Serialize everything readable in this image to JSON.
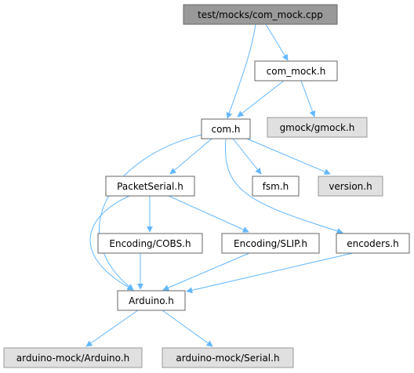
{
  "colors": {
    "edge": "#63b8ff",
    "root_fill": "#999999",
    "root_stroke": "#666666",
    "node_fill": "#ffffff",
    "node_stroke": "#666666",
    "external_fill": "#e0e0e0",
    "external_stroke": "#999999"
  },
  "nodes": {
    "com_mock_cpp": {
      "label": "test/mocks/com_mock.cpp",
      "kind": "root"
    },
    "com_mock_h": {
      "label": "com_mock.h",
      "kind": "file"
    },
    "com_h": {
      "label": "com.h",
      "kind": "file"
    },
    "gmock_h": {
      "label": "gmock/gmock.h",
      "kind": "external"
    },
    "packetserial_h": {
      "label": "PacketSerial.h",
      "kind": "file"
    },
    "fsm_h": {
      "label": "fsm.h",
      "kind": "file"
    },
    "version_h": {
      "label": "version.h",
      "kind": "external"
    },
    "encoding_cobs_h": {
      "label": "Encoding/COBS.h",
      "kind": "file"
    },
    "encoding_slip_h": {
      "label": "Encoding/SLIP.h",
      "kind": "file"
    },
    "encoders_h": {
      "label": "encoders.h",
      "kind": "file"
    },
    "arduino_h": {
      "label": "Arduino.h",
      "kind": "file"
    },
    "arduino_mock_arduino_h": {
      "label": "arduino-mock/Arduino.h",
      "kind": "external"
    },
    "arduino_mock_serial_h": {
      "label": "arduino-mock/Serial.h",
      "kind": "external"
    }
  },
  "edges": [
    {
      "from": "com_mock_cpp",
      "to": "com_mock_h"
    },
    {
      "from": "com_mock_cpp",
      "to": "com_h"
    },
    {
      "from": "com_mock_h",
      "to": "com_h"
    },
    {
      "from": "com_mock_h",
      "to": "gmock_h"
    },
    {
      "from": "com_h",
      "to": "packetserial_h"
    },
    {
      "from": "com_h",
      "to": "fsm_h"
    },
    {
      "from": "com_h",
      "to": "version_h"
    },
    {
      "from": "com_h",
      "to": "encoders_h"
    },
    {
      "from": "com_h",
      "to": "arduino_h"
    },
    {
      "from": "packetserial_h",
      "to": "encoding_cobs_h"
    },
    {
      "from": "packetserial_h",
      "to": "encoding_slip_h"
    },
    {
      "from": "packetserial_h",
      "to": "arduino_h"
    },
    {
      "from": "encoding_cobs_h",
      "to": "arduino_h"
    },
    {
      "from": "encoding_slip_h",
      "to": "arduino_h"
    },
    {
      "from": "encoders_h",
      "to": "arduino_h"
    },
    {
      "from": "arduino_h",
      "to": "arduino_mock_arduino_h"
    },
    {
      "from": "arduino_h",
      "to": "arduino_mock_serial_h"
    }
  ]
}
